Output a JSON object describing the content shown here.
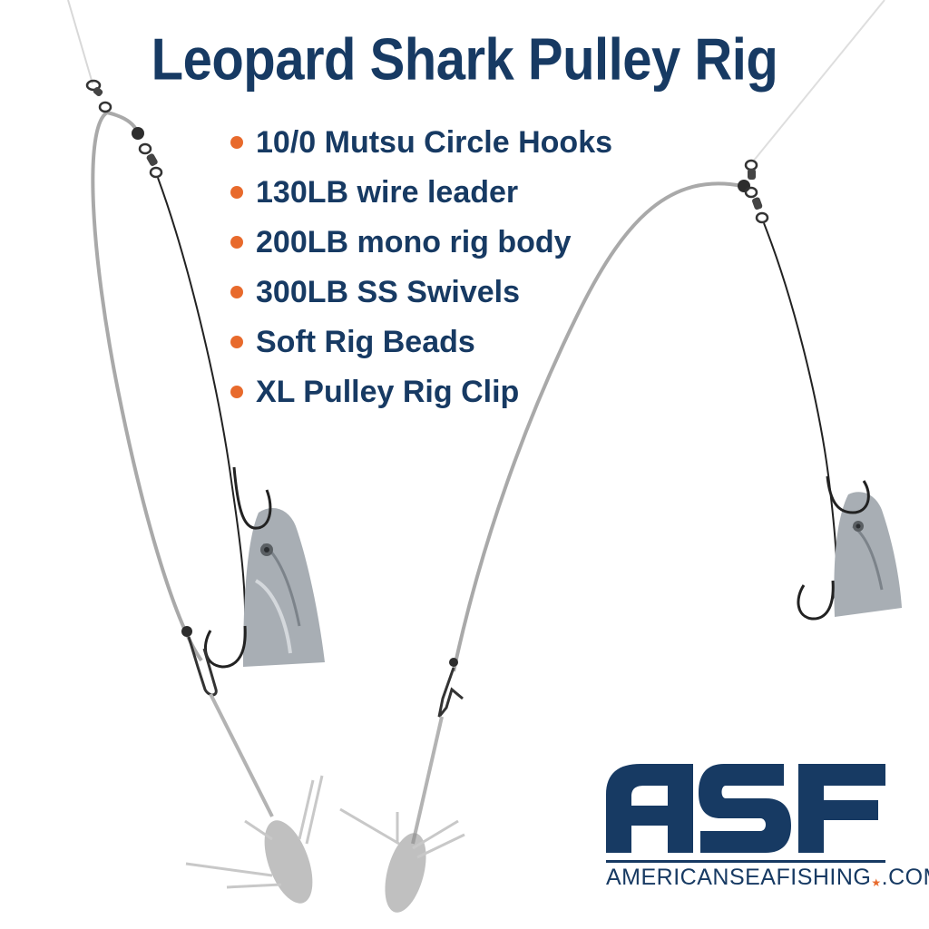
{
  "title": "Leopard Shark Pulley Rig",
  "features": [
    "10/0 Mutsu Circle Hooks",
    "130LB wire leader",
    "200LB mono rig body",
    "300LB SS Swivels",
    "Soft Rig Beads",
    "XL Pulley Rig Clip"
  ],
  "logo": {
    "mark": "ASF",
    "tagline_prefix": "AMERICANSEAFISHING",
    "tagline_star": "★",
    "tagline_suffix": ".COM"
  },
  "colors": {
    "brand_navy": "#173a63",
    "bullet_orange": "#e86a2c",
    "background": "#ffffff"
  },
  "icons": {
    "bullet": "orange-dot",
    "hook": "circle-hook",
    "bait": "fish-bait",
    "weight": "grip-lead-sinker"
  }
}
